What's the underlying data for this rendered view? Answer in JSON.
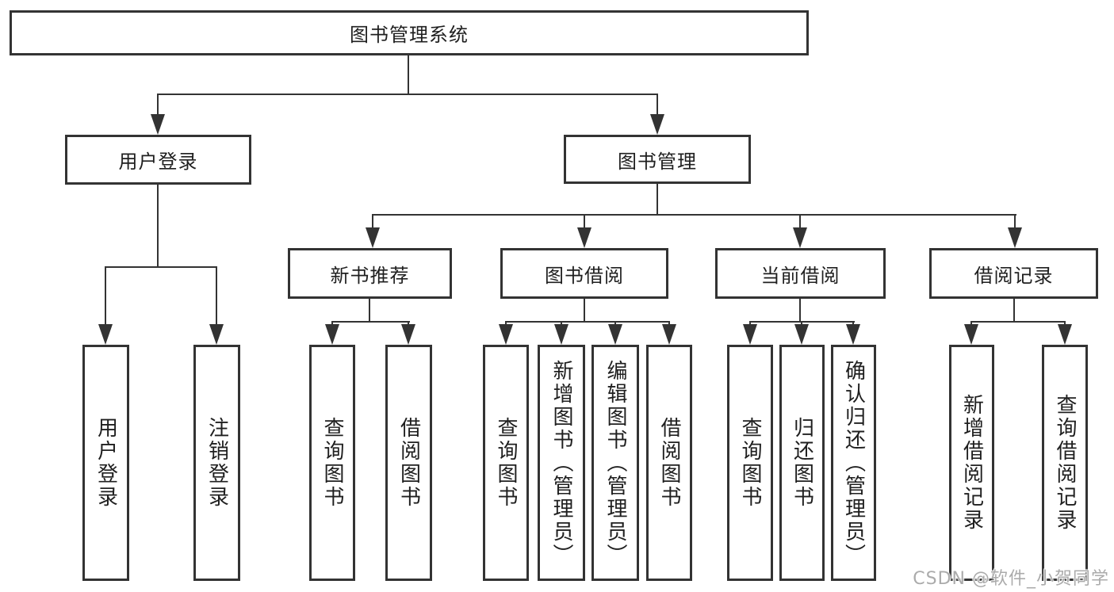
{
  "diagram": {
    "type": "hierarchy-tree",
    "tree": {
      "root": {
        "label": "图书管理系统",
        "children": [
          {
            "label": "用户登录",
            "children": [
              {
                "label": "用户登录"
              },
              {
                "label": "注销登录"
              }
            ]
          },
          {
            "label": "图书管理",
            "children": [
              {
                "label": "新书推荐",
                "children": [
                  {
                    "label": "查询图书"
                  },
                  {
                    "label": "借阅图书"
                  }
                ]
              },
              {
                "label": "图书借阅",
                "children": [
                  {
                    "label": "查询图书"
                  },
                  {
                    "label": "新增图书（管理员）"
                  },
                  {
                    "label": "编辑图书（管理员）"
                  },
                  {
                    "label": "借阅图书"
                  }
                ]
              },
              {
                "label": "当前借阅",
                "children": [
                  {
                    "label": "查询图书"
                  },
                  {
                    "label": "归还图书"
                  },
                  {
                    "label": "确认归还（管理员）"
                  }
                ]
              },
              {
                "label": "借阅记录",
                "children": [
                  {
                    "label": "新增借阅记录"
                  },
                  {
                    "label": "查询借阅记录"
                  }
                ]
              }
            ]
          }
        ]
      }
    },
    "colors": {
      "line": "#333333",
      "text": "#1f1f1f",
      "background": "#ffffff",
      "watermark": "#ababab"
    }
  },
  "watermark": {
    "text": "CSDN @软件_小贺同学"
  }
}
